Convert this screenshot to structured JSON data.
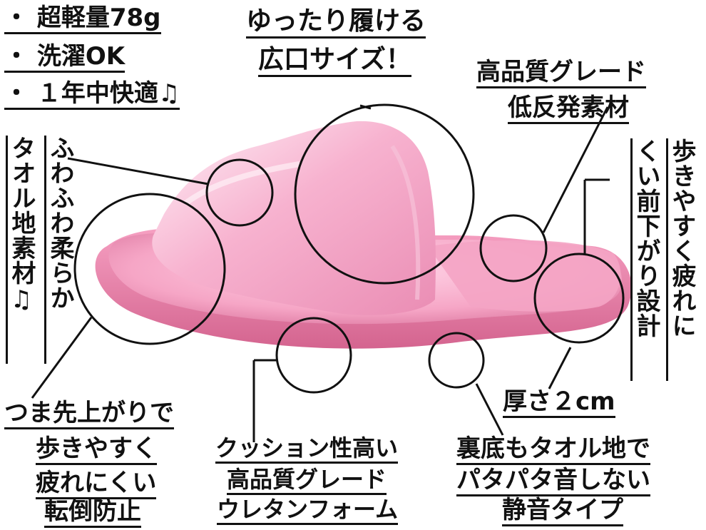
{
  "labels": {
    "features_top_left": [
      "・ 超軽量78g",
      "・ 洗濯OK",
      "・ １年中快適♫"
    ],
    "top_center": [
      "ゆったり履ける",
      "広口サイズ！"
    ],
    "top_right": [
      "高品質グレード",
      "低反発素材"
    ],
    "left_vertical": [
      "ふわふわ柔らか",
      "タオル地素材♫"
    ],
    "right_vertical": [
      "歩きやすく疲れに",
      "くい前下がり設計"
    ],
    "thickness": "厚さ２cm",
    "bottom_left": [
      "つま先上がりで",
      "歩きやすく",
      "疲れにくい",
      "転倒防止"
    ],
    "bottom_center": [
      "クッション性高い",
      "高品質グレード",
      "ウレタンフォーム"
    ],
    "bottom_right": [
      "裏底もタオル地で",
      "パタパタ音しない",
      "静音タイプ"
    ]
  },
  "colors": {
    "slipper_light": "#ffd2e6",
    "slipper_mid": "#f7a6c6",
    "slipper_dark": "#e07fa6",
    "shadow": "#c8728f",
    "lines": "#111111"
  }
}
